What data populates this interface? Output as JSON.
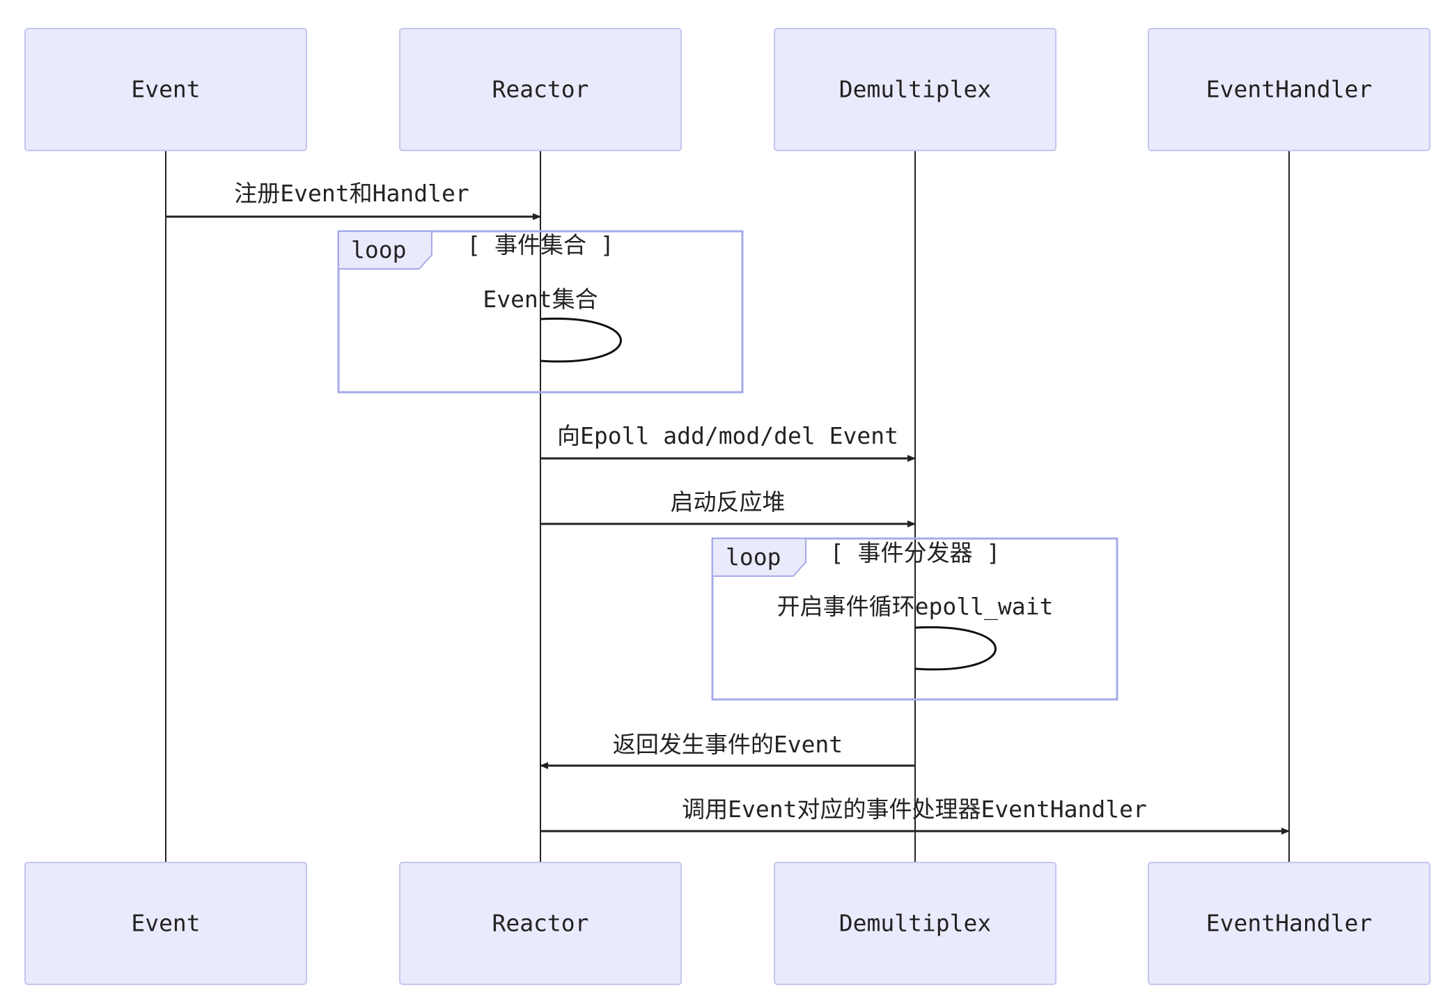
{
  "actors": {
    "event": "Event",
    "reactor": "Reactor",
    "demultiplex": "Demultiplex",
    "event_handler": "EventHandler"
  },
  "messages": {
    "register": "注册Event和Handler",
    "event_set": "Event集合",
    "epoll_ops": "向Epoll add/mod/del Event",
    "start_reactor": "启动反应堆",
    "epoll_wait": "开启事件循环epoll_wait",
    "return_events": "返回发生事件的Event",
    "invoke_handler": "调用Event对应的事件处理器EventHandler"
  },
  "loops": {
    "keyword": "loop",
    "event_collection": "[ 事件集合 ]",
    "event_dispatcher": "[ 事件分发器 ]"
  },
  "colors": {
    "actor_fill": "#eaeafd",
    "actor_border": "#c3c6f0",
    "loop_border": "#a5abe8",
    "line": "#222222"
  }
}
